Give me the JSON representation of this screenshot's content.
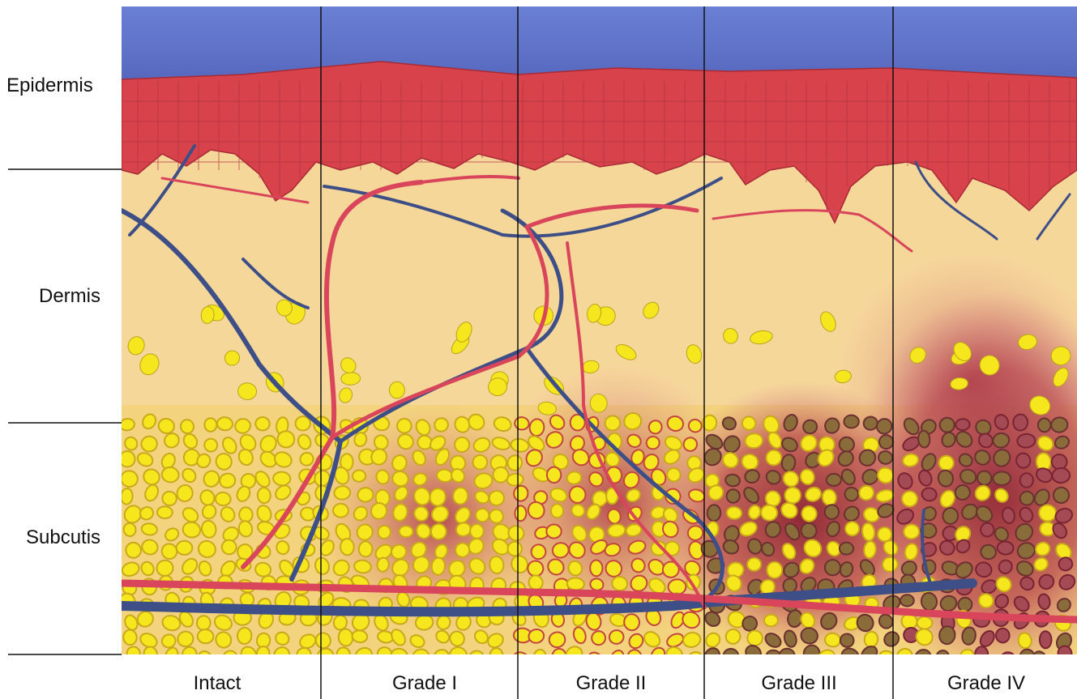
{
  "layers": [
    {
      "label": "Epidermis"
    },
    {
      "label": "Dermis"
    },
    {
      "label": "Subcutis"
    }
  ],
  "grades": [
    {
      "label": "Intact"
    },
    {
      "label": "Grade I"
    },
    {
      "label": "Grade II"
    },
    {
      "label": "Grade III"
    },
    {
      "label": "Grade IV"
    }
  ],
  "colors": {
    "sky": "#5f74c8",
    "epidermis": "#d8434b",
    "dermis": "#f6d79a",
    "fat": "#f5e61e",
    "vein": "#3d4f86",
    "artery": "#d9455a",
    "necrosis": "#9c2a3a"
  }
}
